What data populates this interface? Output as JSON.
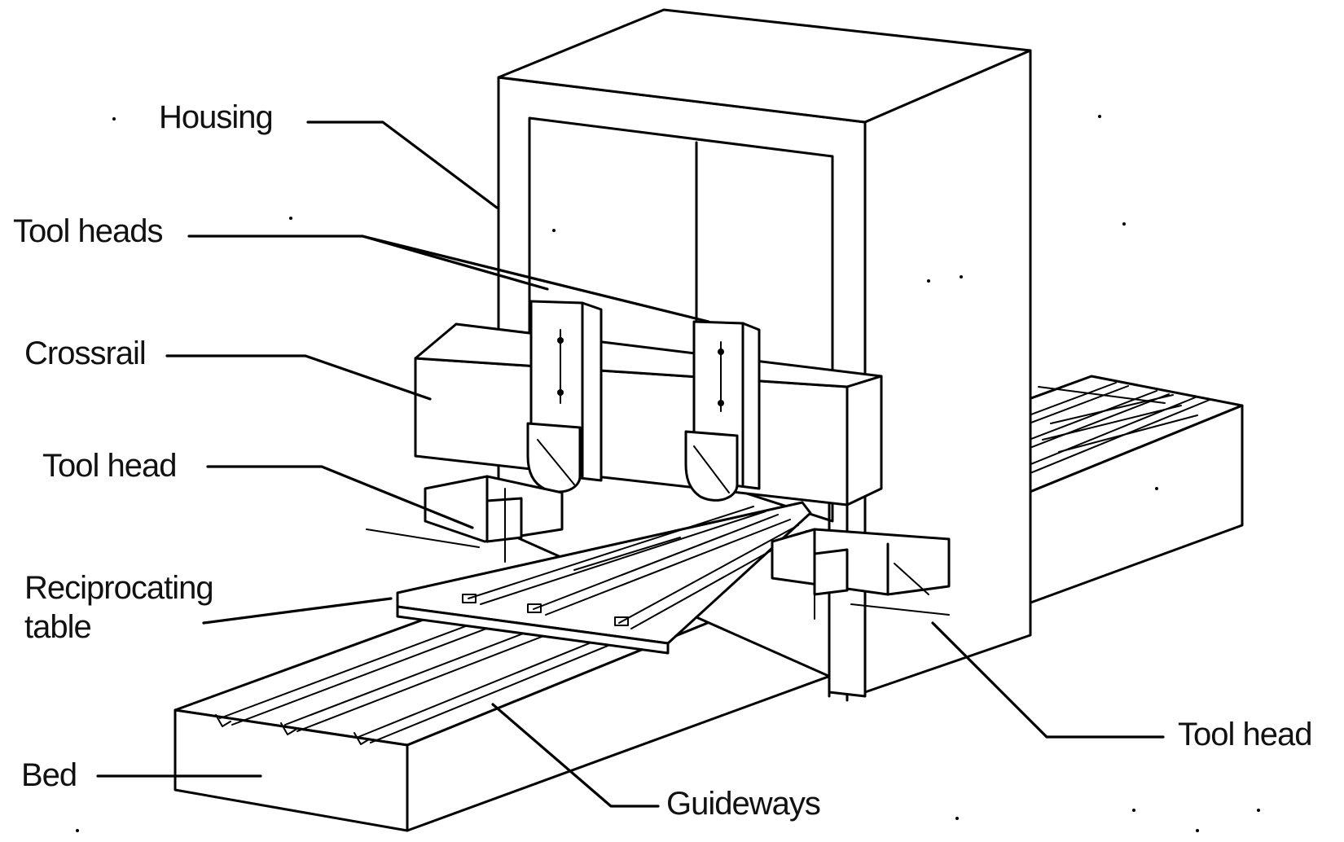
{
  "labels": {
    "housing": "Housing",
    "tool_heads": "Tool heads",
    "crossrail": "Crossrail",
    "tool_head_left": "Tool head",
    "reciprocating_line1": "Reciprocating",
    "reciprocating_line2": "table",
    "bed": "Bed",
    "guideways": "Guideways",
    "tool_head_right": "Tool head"
  },
  "colors": {
    "ink": "#000000",
    "paper": "#ffffff"
  }
}
